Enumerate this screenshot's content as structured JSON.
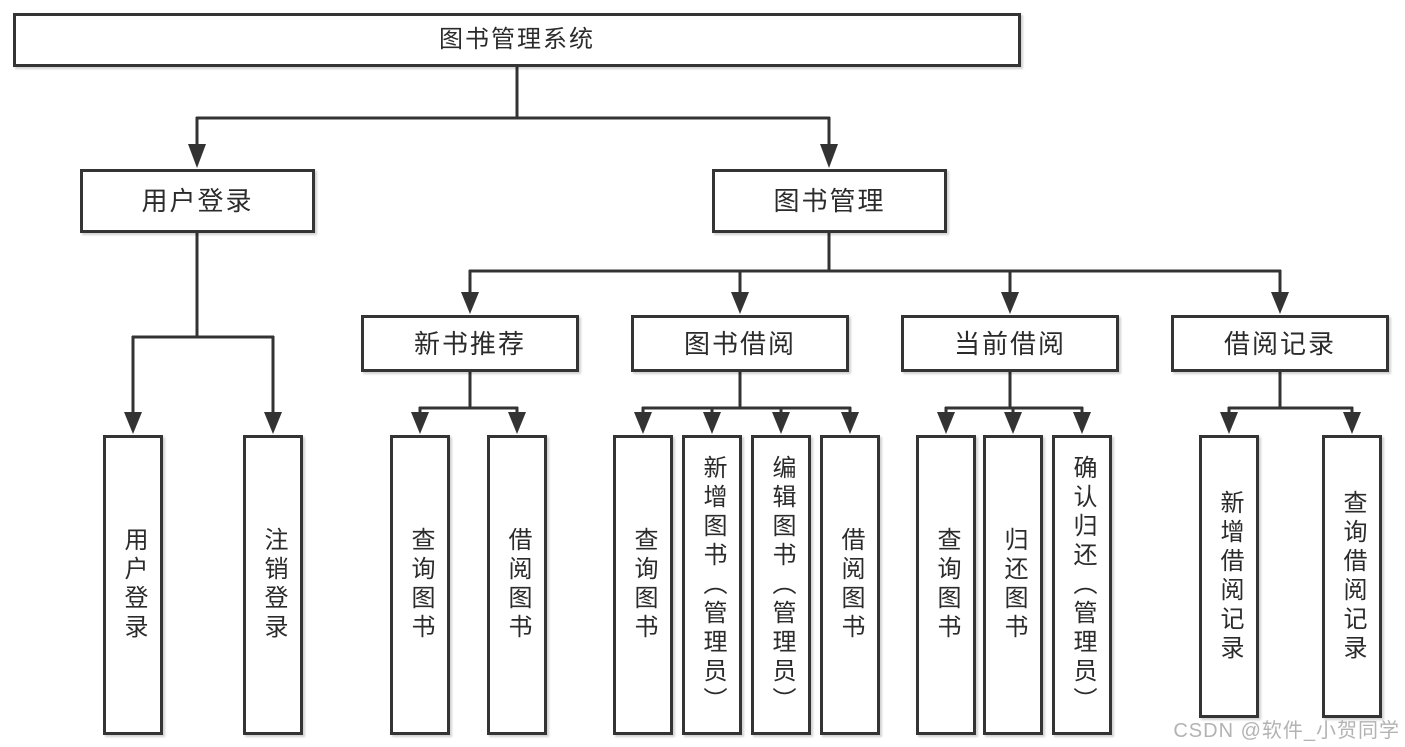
{
  "root_label": "图书管理系统",
  "level2": {
    "left": "用户登录",
    "right": "图书管理"
  },
  "left_leaves": [
    "用户登录",
    "注销登录"
  ],
  "groups": [
    {
      "label": "新书推荐",
      "leaves": [
        "查询图书",
        "借阅图书"
      ]
    },
    {
      "label": "图书借阅",
      "leaves": [
        "查询图书",
        "新增图书（管理员）",
        "编辑图书（管理员）",
        "借阅图书"
      ]
    },
    {
      "label": "当前借阅",
      "leaves": [
        "查询图书",
        "归还图书",
        "确认归还（管理员）"
      ]
    },
    {
      "label": "借阅记录",
      "leaves": [
        "新增借阅记录",
        "查询借阅记录"
      ]
    }
  ],
  "watermark": "CSDN @软件_小贺同学",
  "colors": {
    "line": "#333333",
    "box_border": "#343434",
    "text": "#2b2b2b",
    "background": "#ffffff",
    "watermark": "#b3b3b3"
  }
}
